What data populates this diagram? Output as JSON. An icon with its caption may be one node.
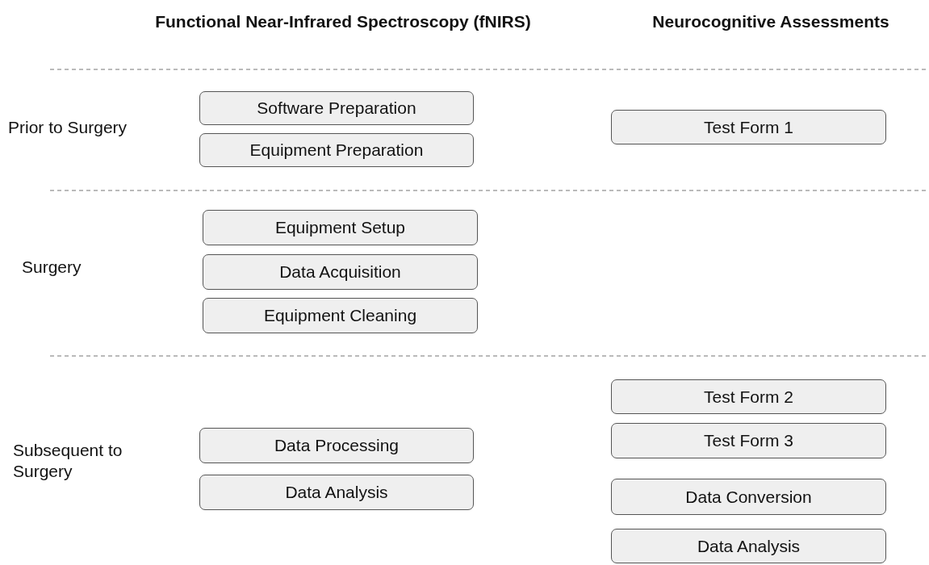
{
  "diagram": {
    "nodes": [
      {
        "text": [
          "Software Preparation"
        ]
      },
      {
        "text": [
          "Equipment Preparation"
        ]
      },
      {
        "text": [
          "Test Form 1"
        ]
      },
      {
        "text": [
          "Equipment Setup"
        ]
      },
      {
        "text": [
          "Data Acquisition"
        ]
      },
      {
        "text": [
          "Equipment Cleaning"
        ]
      },
      {
        "text": [
          "Data Processing"
        ]
      },
      {
        "text": [
          "Data Analysis"
        ]
      },
      {
        "text": [
          "Test Form 2"
        ]
      },
      {
        "text": [
          "Test Form 3"
        ]
      },
      {
        "text": [
          "Data Conversion"
        ]
      },
      {
        "text": [
          "Data Analysis"
        ]
      }
    ],
    "edges": [],
    "labels": [
      "Functional Near-Infrared Spectroscopy (fNIRS)",
      "Neurocognitive Assessments",
      "Prior to Surgery",
      "Surgery",
      "Subsequent to Surgery"
    ]
  }
}
